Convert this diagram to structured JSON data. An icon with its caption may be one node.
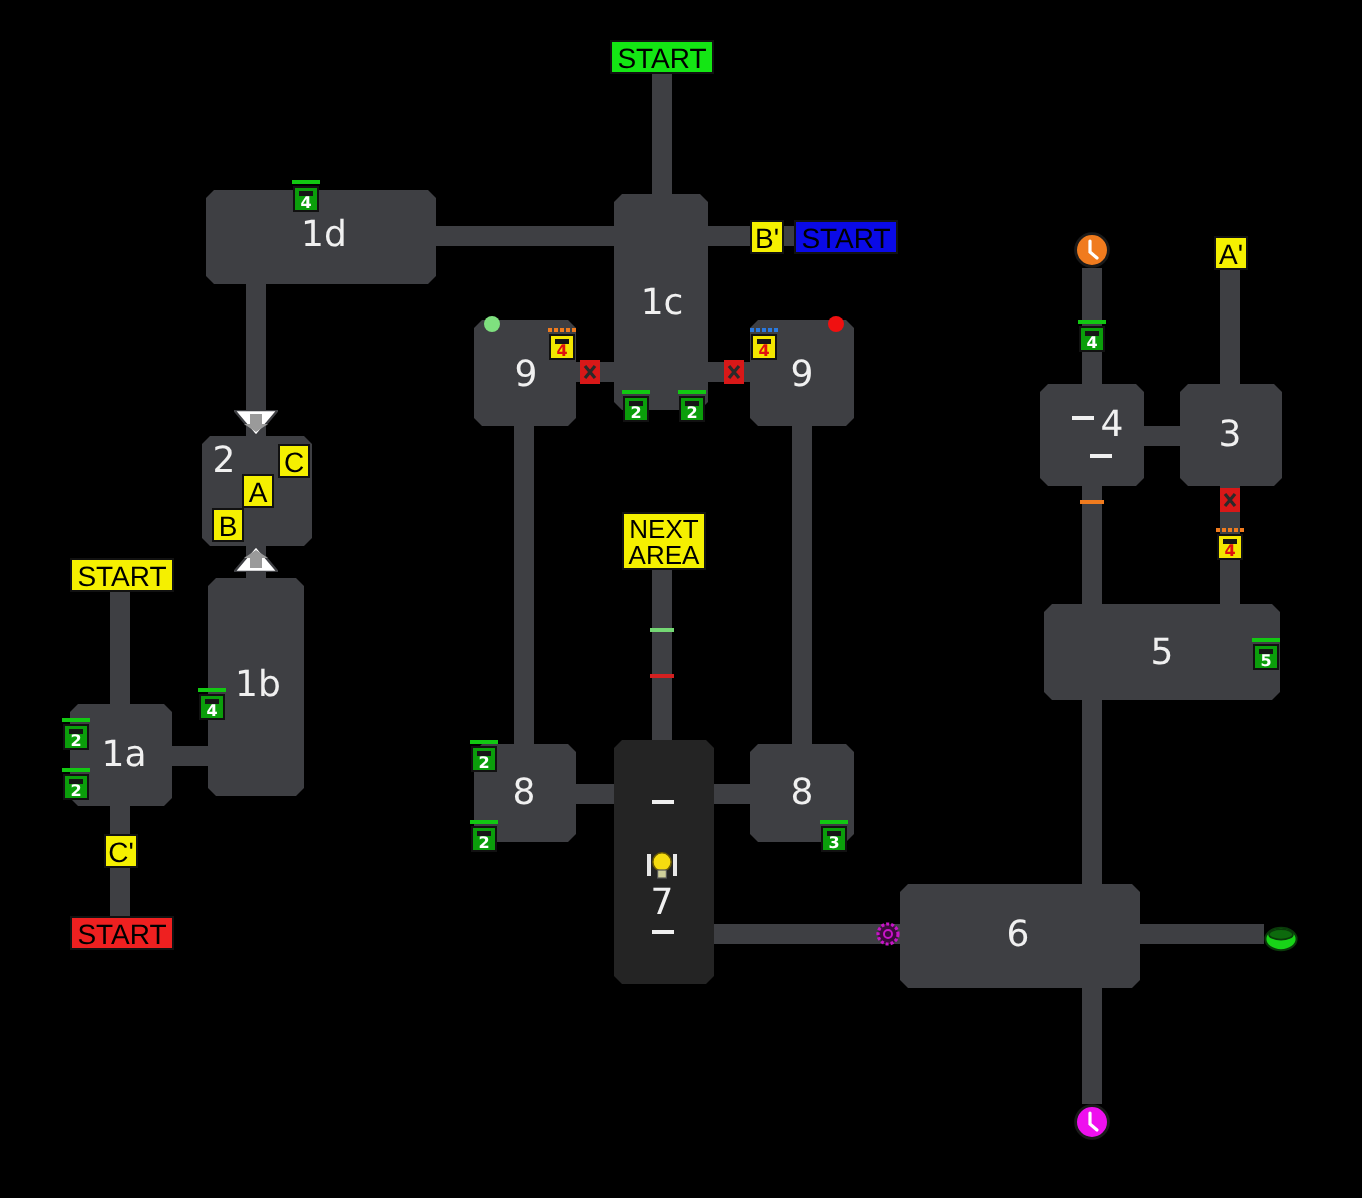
{
  "diagram": {
    "nodes": [
      {
        "text": [
          "START"
        ]
      },
      {
        "text": [
          "1d"
        ]
      },
      {
        "text": [
          "1c"
        ]
      },
      {
        "text": [
          "B'"
        ]
      },
      {
        "text": [
          "START"
        ]
      },
      {
        "text": [
          "A'"
        ]
      },
      {
        "text": [],
        "shape": "circle"
      },
      {
        "text": [
          "9"
        ]
      },
      {
        "text": [
          "9"
        ]
      },
      {
        "text": [
          "4"
        ]
      },
      {
        "text": [
          "3"
        ]
      },
      {
        "text": [
          "2"
        ]
      },
      {
        "text": [
          "C"
        ],
        "in": 11
      },
      {
        "text": [
          "A"
        ],
        "in": 11
      },
      {
        "text": [
          "B"
        ],
        "in": 11
      },
      {
        "text": [
          "NEXT AREA"
        ]
      },
      {
        "text": [
          "START"
        ]
      },
      {
        "text": [
          "1b"
        ]
      },
      {
        "text": [
          "5"
        ]
      },
      {
        "text": [
          "1a"
        ]
      },
      {
        "text": [
          "8"
        ]
      },
      {
        "text": [
          "7"
        ]
      },
      {
        "text": [
          "8"
        ]
      },
      {
        "text": [
          "C'"
        ]
      },
      {
        "text": [
          "6"
        ]
      },
      {
        "text": [],
        "shape": "cylinder"
      },
      {
        "text": [
          "START"
        ]
      },
      {
        "text": [],
        "shape": "circle"
      }
    ],
    "edges": [
      {
        "from": 1,
        "to": 2,
        "arrow": "none"
      },
      {
        "from": 0,
        "to": 2,
        "arrow": "none"
      },
      {
        "from": 2,
        "to": 3,
        "arrow": "none"
      },
      {
        "from": 3,
        "to": 4,
        "arrow": "none"
      },
      {
        "from": 2,
        "to": 7,
        "arrow": "none"
      },
      {
        "from": 2,
        "to": 8,
        "arrow": "none"
      },
      {
        "from": 1,
        "to": 11,
        "arrow": "to"
      },
      {
        "from": 6,
        "to": 9,
        "arrow": "none"
      },
      {
        "from": 5,
        "to": 10,
        "arrow": "none"
      },
      {
        "from": 9,
        "to": 10,
        "arrow": "none"
      },
      {
        "from": 17,
        "to": 11,
        "arrow": "to"
      },
      {
        "from": 16,
        "to": 19,
        "arrow": "none"
      },
      {
        "from": 19,
        "to": 17,
        "arrow": "none"
      },
      {
        "from": 7,
        "to": 20,
        "arrow": "none"
      },
      {
        "from": 8,
        "to": 22,
        "arrow": "none"
      },
      {
        "from": 15,
        "to": 21,
        "arrow": "none"
      },
      {
        "from": 9,
        "to": 18,
        "arrow": "none"
      },
      {
        "from": 10,
        "to": 18,
        "arrow": "none"
      },
      {
        "from": 20,
        "to": 21,
        "arrow": "none"
      },
      {
        "from": 21,
        "to": 22,
        "arrow": "none"
      },
      {
        "from": 19,
        "to": 23,
        "arrow": "none"
      },
      {
        "from": 23,
        "to": 26,
        "arrow": "none"
      },
      {
        "from": 21,
        "to": 24,
        "arrow": "none"
      },
      {
        "from": 18,
        "to": 24,
        "arrow": "none"
      },
      {
        "from": 24,
        "to": 25,
        "arrow": "none"
      },
      {
        "from": 24,
        "to": 27,
        "arrow": "none"
      }
    ],
    "labels": [
      "4",
      "4",
      "4",
      "4",
      "2",
      "2",
      "4",
      "5",
      "4",
      "2",
      "2",
      "2",
      "2",
      "3"
    ]
  }
}
